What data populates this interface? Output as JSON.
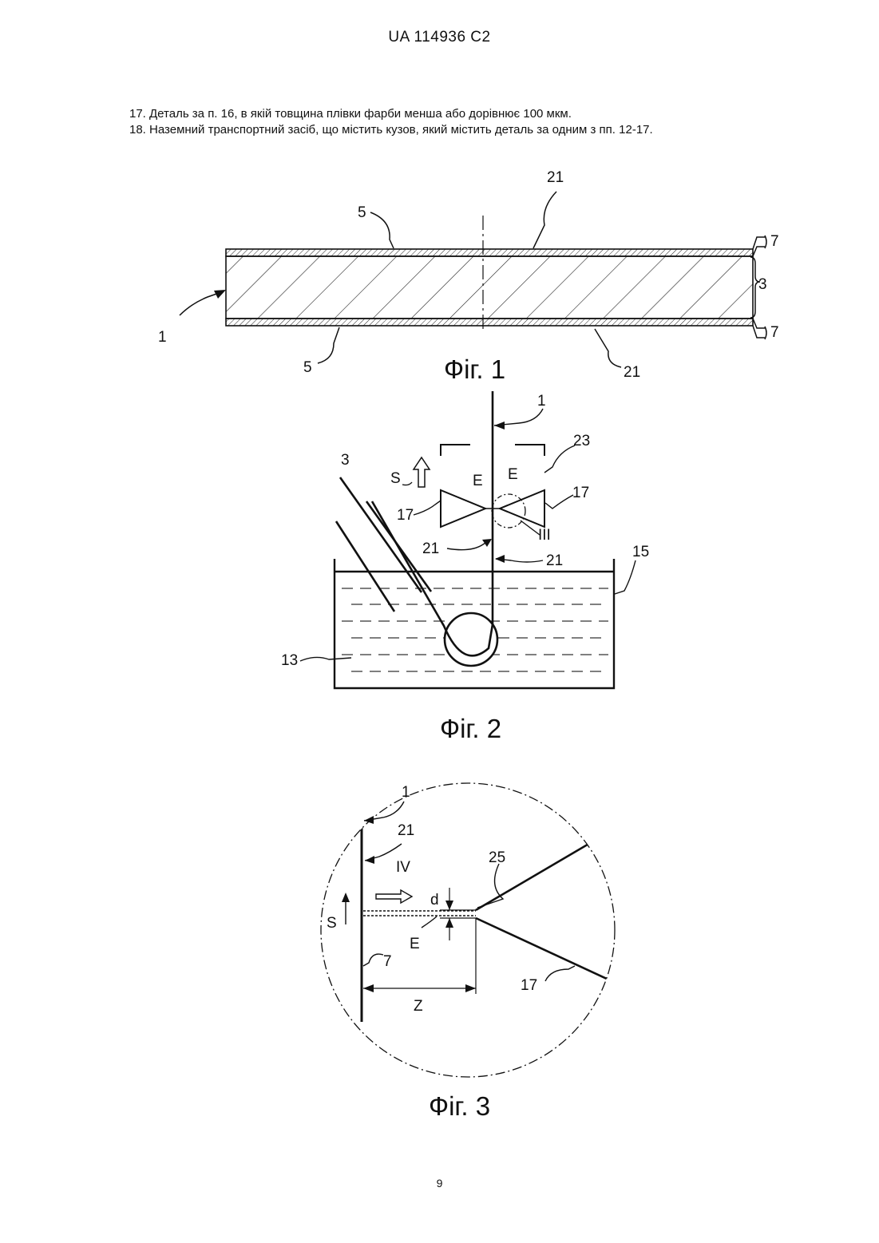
{
  "header": {
    "doc_number": "UA   114936   C2"
  },
  "claims": [
    "17. Деталь за п. 16, в якій товщина плівки фарби менша або дорівнює 100 мкм.",
    "18. Наземний транспортний засіб, що містить кузов, який містить деталь за одним з пп. 12-17."
  ],
  "figures": {
    "fig1": {
      "caption": "Фіг. 1",
      "labels": {
        "part": "1",
        "coat_top": "5",
        "coat_bottom": "5",
        "layer_top": "21",
        "layer_bottom": "21",
        "thick_top": "7",
        "thick_core": "3",
        "thick_bottom": "7"
      }
    },
    "fig2": {
      "caption": "Фіг. 2",
      "labels": {
        "strip": "1",
        "input": "3",
        "direction": "S",
        "housing": "23",
        "left_jet": "17",
        "right_jet": "17",
        "zone_left": "E",
        "zone_right": "E",
        "detail": "III",
        "coat_left": "21",
        "coat_right": "21",
        "bath": "15",
        "liquid": "13"
      }
    },
    "fig3": {
      "caption": "Фіг. 3",
      "labels": {
        "strip": "1",
        "layer": "21",
        "thickness": "7",
        "direction": "S",
        "view": "IV",
        "gap": "d",
        "lip": "25",
        "zone": "E",
        "nozzle": "17",
        "distance": "Z"
      }
    }
  },
  "page": {
    "number": "9"
  }
}
